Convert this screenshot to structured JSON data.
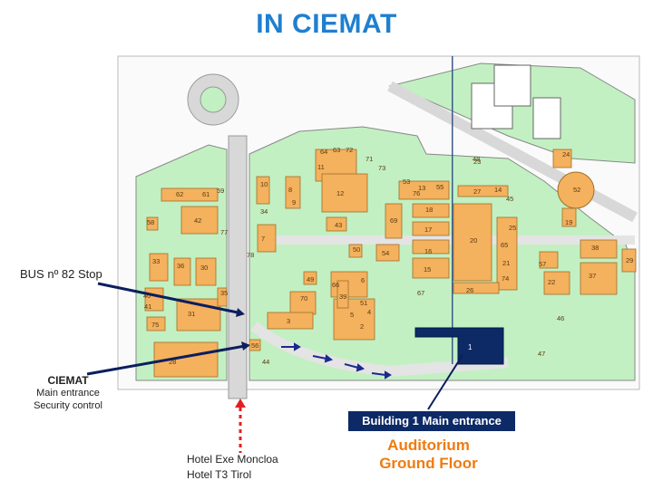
{
  "title": "IN CIEMAT",
  "labels": {
    "bus_stop": "BUS nº 82 Stop",
    "ciemat_name": "CIEMAT",
    "ciemat_line1": "Main entrance",
    "ciemat_line2": "Security control",
    "hotel1": "Hotel Exe Moncloa",
    "hotel2": "Hotel T3 Tirol",
    "building1_entrance": "Building 1 Main entrance",
    "auditorium1": "Auditorium",
    "auditorium2": "Ground Floor"
  },
  "colors": {
    "title": "#1f7fd0",
    "grass": "#c2f0c2",
    "building": "#f4b15e",
    "road": "#d8d8d8",
    "highlight_building": "#0d2a66",
    "accent_orange": "#ef7b10",
    "route_arrow": "#1a2a8a",
    "hotel_arrow": "#e02020"
  },
  "buildings": [
    "1",
    "2",
    "3",
    "4",
    "5",
    "6",
    "7",
    "8",
    "9",
    "10",
    "11",
    "12",
    "13",
    "14",
    "15",
    "16",
    "17",
    "18",
    "19",
    "20",
    "21",
    "22",
    "23",
    "24",
    "25",
    "26",
    "27",
    "28",
    "29",
    "30",
    "31",
    "33",
    "34",
    "35",
    "36",
    "37",
    "38",
    "39",
    "40",
    "41",
    "42",
    "43",
    "44",
    "45",
    "46",
    "47",
    "48",
    "49",
    "50",
    "51",
    "52",
    "53",
    "54",
    "55",
    "56",
    "57",
    "58",
    "59",
    "61",
    "62",
    "63",
    "64",
    "65",
    "66",
    "67",
    "69",
    "70",
    "71",
    "72",
    "73",
    "74",
    "75",
    "76",
    "77",
    "78"
  ]
}
